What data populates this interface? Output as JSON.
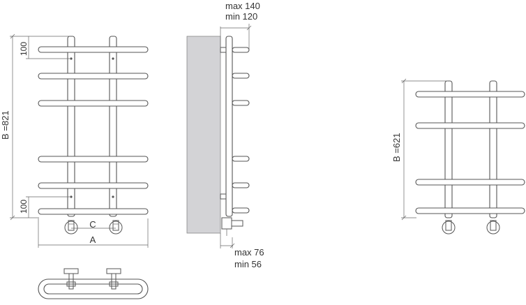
{
  "front_view": {
    "height_label": "B =821",
    "top_spacing_label": "100",
    "bottom_spacing_label": "100",
    "connection_spacing_label": "C",
    "width_label": "A"
  },
  "side_view": {
    "wall_distance_max": "max 140",
    "wall_distance_min": "min 120",
    "bottom_depth_max": "max 76",
    "bottom_depth_min": "min 56"
  },
  "small_view": {
    "height_label": "B =621"
  },
  "colors": {
    "line": "#555555",
    "wall_fill": "#d3d3d6",
    "text": "#333333"
  }
}
